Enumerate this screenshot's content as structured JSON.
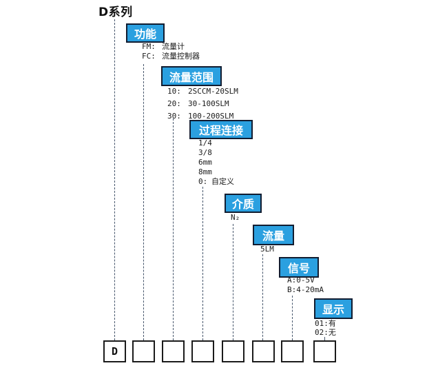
{
  "title": "D系列",
  "colors": {
    "header_fill": "#2ba0e0",
    "header_border": "#111c30",
    "connector": "#44546a",
    "cell_border": "#1a1a1a"
  },
  "groups": [
    {
      "label": "功能",
      "options": [
        {
          "code": "FM:",
          "desc": "流量计"
        },
        {
          "code": "FC:",
          "desc": "流量控制器"
        }
      ]
    },
    {
      "label": "流量范围",
      "options": [
        {
          "code": "10:",
          "desc": "2SCCM-20SLM"
        },
        {
          "code": "20:",
          "desc": "30-100SLM"
        },
        {
          "code": "30:",
          "desc": "100-200SLM"
        }
      ]
    },
    {
      "label": "过程连接",
      "options": [
        {
          "code": "1/4",
          "desc": ""
        },
        {
          "code": "3/8",
          "desc": ""
        },
        {
          "code": "6mm",
          "desc": ""
        },
        {
          "code": "8mm",
          "desc": ""
        },
        {
          "code": "0:",
          "desc": "自定义"
        }
      ]
    },
    {
      "label": "介质",
      "options": [
        {
          "code": "N₂",
          "desc": ""
        }
      ]
    },
    {
      "label": "流量",
      "options": [
        {
          "code": "5LM",
          "desc": ""
        }
      ]
    },
    {
      "label": "信号",
      "options": [
        {
          "code": "A:0-5V",
          "desc": ""
        },
        {
          "code": "B:4-20mA",
          "desc": ""
        }
      ]
    },
    {
      "label": "显示",
      "options": [
        {
          "code": "01:有",
          "desc": ""
        },
        {
          "code": "02:无",
          "desc": ""
        }
      ]
    }
  ],
  "model_code": {
    "cells": [
      "D",
      "",
      "",
      "",
      "",
      "",
      "",
      ""
    ]
  }
}
